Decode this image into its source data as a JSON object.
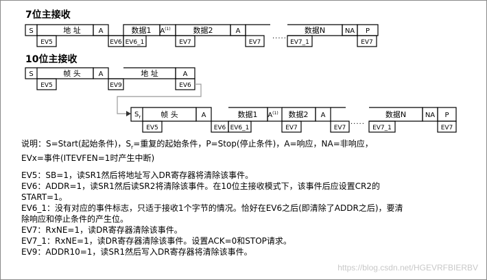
{
  "headings": {
    "bit7": "7位主接收",
    "bit10": "10位主接收"
  },
  "seq7": {
    "top": [
      "S",
      "地 址",
      "A",
      "数据1",
      "A",
      "数据2",
      "A",
      "数据N",
      "NA",
      "P"
    ],
    "sup": "(1)",
    "ev": [
      "EV5",
      "EV6",
      "EV6_1",
      "EV7",
      "EV7",
      "EV7_1",
      "EV7"
    ],
    "dots": "....."
  },
  "seq10a": {
    "top": [
      "S",
      "帧 头",
      "A",
      "地 址",
      "A"
    ],
    "ev": [
      "EV5",
      "EV9",
      "EV6"
    ]
  },
  "seq10b": {
    "top": [
      "S",
      "r",
      "帧 头",
      "A",
      "数据1",
      "A",
      "数据2",
      "A",
      "数据N",
      "NA",
      "P"
    ],
    "sup": "(1)",
    "ev": [
      "EV5",
      "EV6",
      "EV6_1",
      "EV7",
      "EV7",
      "EV7_1",
      "EV7"
    ],
    "dots": "....."
  },
  "notes": {
    "l1a": "说明：S=Start(起始条件)，S",
    "l1sub": "r",
    "l1b": "=重复的起始条件，P=Stop(停止条件)，A=响应，NA=非响应，",
    "l2": "EVx=事件(ITEVFEN=1时产生中断)",
    "l3": "EV5：SB=1，读SR1然后将地址写入DR寄存器将清除该事件。",
    "l4": "EV6：ADDR=1，读SR1然后读SR2将清除该事件。在10位主接收模式下，该事件后应设置CR2的",
    "l5": "START=1。",
    "l6": "EV6_1：没有对应的事件标志，只适于接收1个字节的情况。恰好在EV6之后(即清除了ADDR之后)，要清",
    "l7": "除响应和停止条件的产生位。",
    "l8": "EV7：RxNE=1，读DR寄存器清除该事件。",
    "l9": "EV7_1：RxNE=1，读DR寄存器清除该事件。设置ACK=0和STOP请求。",
    "l10": "EV9：ADDR10=1，读SR1然后写入DR寄存器将清除该事件。"
  },
  "watermark": "https://blog.csdn.net/HGEVRFBIERBV"
}
